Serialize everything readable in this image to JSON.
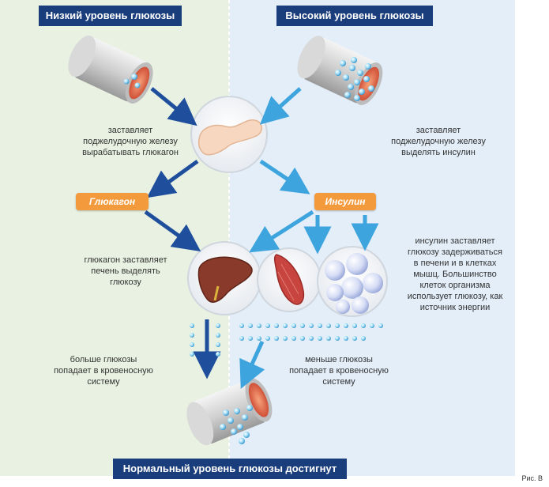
{
  "headers": {
    "low": "Низкий уровень глюкозы",
    "high": "Высокий уровень глюкозы",
    "bottom": "Нормальный уровень глюкозы достигнут"
  },
  "captions": {
    "pancreas_glucagon": "заставляет\nподжелудочную железу\nвырабатывать глюкагон",
    "pancreas_insulin": "заставляет\nподжелудочную железу\nвыделять инсулин",
    "glucagon_liver": "глюкагон заставляет\nпечень выделять\nглюкозу",
    "insulin_action": "инсулин заставляет\nглюкозу задерживаться\nв печени и в клетках\nмышц. Большинство\nклеток организма\nиспользует глюкозу, как\nисточник энергии",
    "more_glucose": "больше глюкозы\nпопадает в кровеносную\nсистему",
    "less_glucose": "меньше глюкозы\nпопадает в кровеносную\nсистему"
  },
  "hormones": {
    "glucagon": "Глюкагон",
    "insulin": "Инсулин"
  },
  "figure_label": "Рис. В",
  "colors": {
    "header": "#1a3d7c",
    "hormone": "#f39a3d",
    "arrow": "#1f4f9c",
    "arrow_light": "#3ea4de",
    "left_bg": "#e9f2e2",
    "right_bg": "#e3eef9"
  }
}
